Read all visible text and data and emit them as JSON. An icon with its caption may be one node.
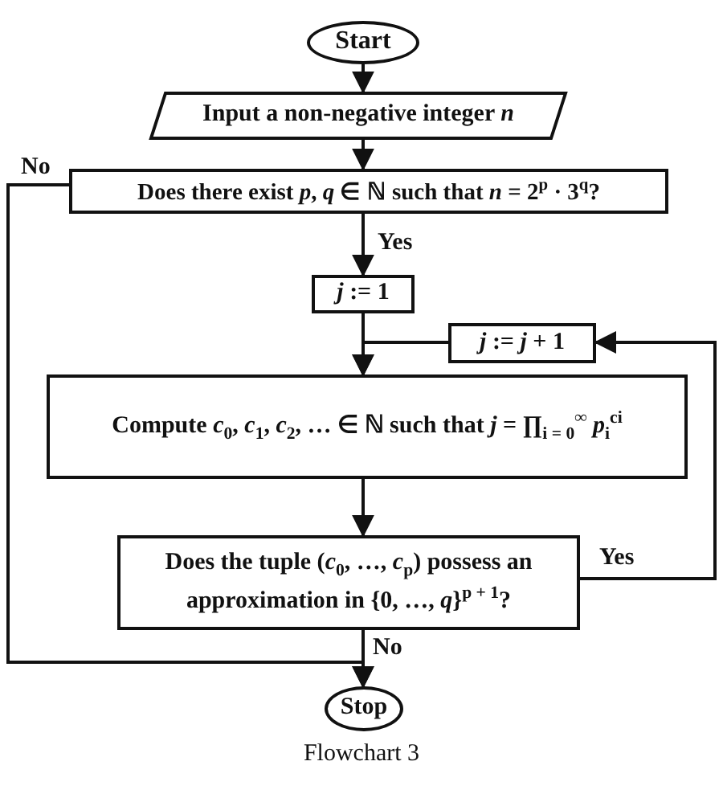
{
  "diagram": {
    "caption": "Flowchart 3",
    "nodes": [
      {
        "text": [
          "Start"
        ]
      },
      {
        "text": [
          "Input a non-negative integer *n*"
        ]
      },
      {
        "text": [
          "Does there exist *p*, *q* ∈ ℕ such that *n* = 2$^{p}$ · 3$^{q}$?"
        ]
      },
      {
        "text": [
          "*j* := 1"
        ]
      },
      {
        "text": [
          "*j* := *j* + 1"
        ]
      },
      {
        "text": [
          "Compute *c*$_{0}$, *c*$_{1}$, *c*$_{2}$, … ∈ ℕ such that *j* = ∏$_{i = 0}$$^{∞}$ *p*$_{i}$$^{ci}$"
        ]
      },
      {
        "text": [
          "Does the tuple (*c*$_{0}$, …, *c*$_{p}$) possess an approximation in {0, …, *q*}$^{p + 1}$?"
        ]
      },
      {
        "text": [
          "Stop"
        ]
      }
    ],
    "edges": [
      {
        "from": 0,
        "to": 1,
        "arrow": "to"
      },
      {
        "from": 1,
        "to": 2,
        "arrow": "to"
      },
      {
        "from": 2,
        "to": 3,
        "arrow": "to",
        "label": "Yes"
      },
      {
        "from": 3,
        "to": 5,
        "arrow": "to"
      },
      {
        "from": 4,
        "to": 5,
        "arrow": "to"
      },
      {
        "from": 5,
        "to": 6,
        "arrow": "to"
      },
      {
        "from": 6,
        "to": 4,
        "arrow": "to",
        "label": "Yes"
      },
      {
        "from": 6,
        "to": 7,
        "arrow": "to",
        "label": "No"
      },
      {
        "from": 2,
        "to": 7,
        "arrow": "to",
        "label": "No"
      }
    ]
  }
}
